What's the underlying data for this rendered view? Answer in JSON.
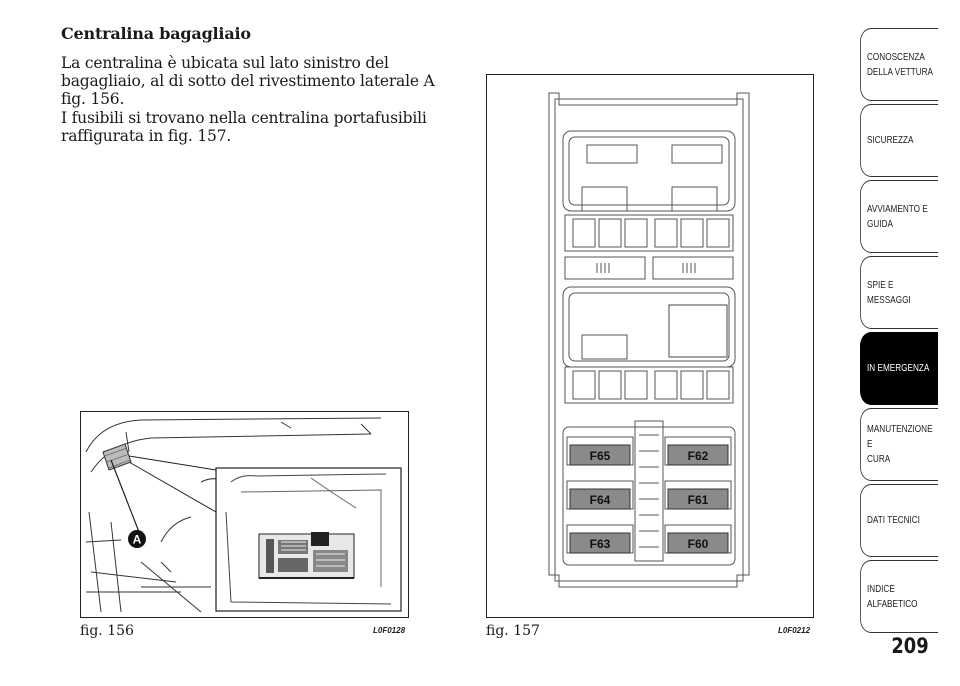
{
  "heading": "Centralina bagagliaio",
  "paragraphs": [
    "La centralina è ubicata sul lato sinistro del bagagliaio, al di sotto del rivestimento laterale A fig. 156.",
    "I fusibili si trovano nella centralina portafusibili raffigurata in fig. 157."
  ],
  "figures": [
    {
      "caption": "fig. 156",
      "code": "L0F0128",
      "marker": "A"
    },
    {
      "caption": "fig. 157",
      "code": "L0F0212",
      "fuses": [
        "F65",
        "F62",
        "F64",
        "F61",
        "F63",
        "F60"
      ]
    }
  ],
  "tabs": [
    {
      "label": "CONOSCENZA\nDELLA VETTURA",
      "active": false
    },
    {
      "label": "SICUREZZA",
      "active": false
    },
    {
      "label": "AVVIAMENTO E\nGUIDA",
      "active": false
    },
    {
      "label": "SPIE E MESSAGGI",
      "active": false
    },
    {
      "label": "IN EMERGENZA",
      "active": true
    },
    {
      "label": "MANUTENZIONE E\nCURA",
      "active": false
    },
    {
      "label": "DATI TECNICI",
      "active": false
    },
    {
      "label": "INDICE\nALFABETICO",
      "active": false
    }
  ],
  "page_number": "209",
  "colors": {
    "active_tab": "#000000",
    "fuse_fill": "#8a8a8a",
    "ink": "#1a1a1a"
  }
}
